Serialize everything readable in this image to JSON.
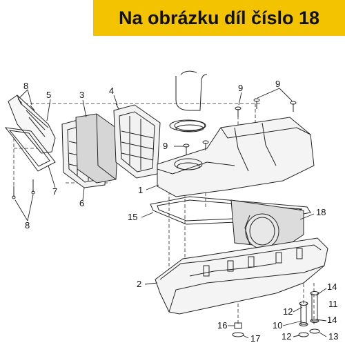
{
  "banner": {
    "text": "Na obrázku díl číslo 18",
    "color": "#f3c200"
  },
  "callouts": [
    {
      "id": "c8a",
      "text": "8"
    },
    {
      "id": "c5",
      "text": "5"
    },
    {
      "id": "c3",
      "text": "3"
    },
    {
      "id": "c4",
      "text": "4"
    },
    {
      "id": "c9a",
      "text": "9"
    },
    {
      "id": "c9b",
      "text": "9"
    },
    {
      "id": "c9c",
      "text": "9"
    },
    {
      "id": "c7",
      "text": "7"
    },
    {
      "id": "c6",
      "text": "6"
    },
    {
      "id": "c1",
      "text": "1"
    },
    {
      "id": "c8b",
      "text": "8"
    },
    {
      "id": "c15",
      "text": "15"
    },
    {
      "id": "c18",
      "text": "18"
    },
    {
      "id": "c2",
      "text": "2"
    },
    {
      "id": "c14a",
      "text": "14"
    },
    {
      "id": "c11",
      "text": "11"
    },
    {
      "id": "c12a",
      "text": "12"
    },
    {
      "id": "c10",
      "text": "10"
    },
    {
      "id": "c14b",
      "text": "14"
    },
    {
      "id": "c16",
      "text": "16"
    },
    {
      "id": "c12b",
      "text": "12"
    },
    {
      "id": "c13",
      "text": "13"
    },
    {
      "id": "c17",
      "text": "17"
    }
  ]
}
